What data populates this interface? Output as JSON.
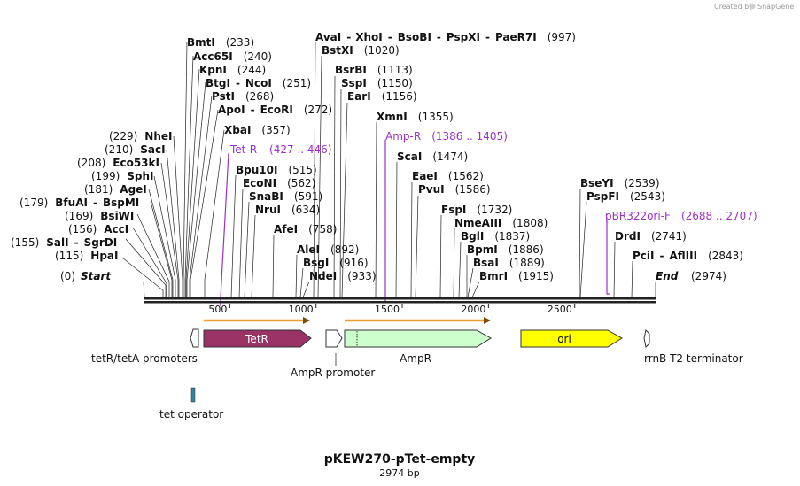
{
  "credit": {
    "prefix": "Created by",
    "brand": "SnapGene"
  },
  "map": {
    "name": "pKEW270-pTet-empty",
    "size_label": "2974 bp",
    "length": 2974
  },
  "axis_ticks": [
    500,
    1000,
    1500,
    2000,
    2500
  ],
  "ends": {
    "start": {
      "label": "Start",
      "pos": "(0)"
    },
    "end": {
      "label": "End",
      "pos": "(2974)"
    }
  },
  "sites_left": [
    {
      "text": "HpaI",
      "pos": "(115)"
    },
    {
      "text": "SalI - SgrDI",
      "pos": "(155)"
    },
    {
      "text": "AccI",
      "pos": "(156)"
    },
    {
      "text": "BsiWI",
      "pos": "(169)"
    },
    {
      "text": "BfuAI - BspMI",
      "pos": "(179)"
    },
    {
      "text": "AgeI",
      "pos": "(181)"
    },
    {
      "text": "SphI",
      "pos": "(199)"
    },
    {
      "text": "Eco53kI",
      "pos": "(208)"
    },
    {
      "text": "SacI",
      "pos": "(210)"
    },
    {
      "text": "NheI",
      "pos": "(229)"
    }
  ],
  "sites_right": [
    {
      "text": "BmtI",
      "pos": "(233)"
    },
    {
      "text": "Acc65I",
      "pos": "(240)"
    },
    {
      "text": "KpnI",
      "pos": "(244)"
    },
    {
      "text": "BtgI - NcoI",
      "pos": "(251)"
    },
    {
      "text": "PstI",
      "pos": "(268)"
    },
    {
      "text": "ApoI - EcoRI",
      "pos": "(272)"
    },
    {
      "text": "XbaI",
      "pos": "(357)"
    },
    {
      "text": "Bpu10I",
      "pos": "(515)"
    },
    {
      "text": "EcoNI",
      "pos": "(562)"
    },
    {
      "text": "SnaBI",
      "pos": "(591)"
    },
    {
      "text": "NruI",
      "pos": "(634)"
    },
    {
      "text": "AfeI",
      "pos": "(758)"
    },
    {
      "text": "AleI",
      "pos": "(892)"
    },
    {
      "text": "BsgI",
      "pos": "(916)"
    },
    {
      "text": "NdeI",
      "pos": "(933)"
    },
    {
      "text": "AvaI - XhoI - BsoBI - PspXI - PaeR7I",
      "pos": "(997)"
    },
    {
      "text": "BstXI",
      "pos": "(1020)"
    },
    {
      "text": "BsrBI",
      "pos": "(1113)"
    },
    {
      "text": "SspI",
      "pos": "(1150)"
    },
    {
      "text": "EarI",
      "pos": "(1156)"
    },
    {
      "text": "XmnI",
      "pos": "(1355)"
    },
    {
      "text": "ScaI",
      "pos": "(1474)"
    },
    {
      "text": "EaeI",
      "pos": "(1562)"
    },
    {
      "text": "PvuI",
      "pos": "(1586)"
    },
    {
      "text": "FspI",
      "pos": "(1732)"
    },
    {
      "text": "NmeAIII",
      "pos": "(1808)"
    },
    {
      "text": "BglI",
      "pos": "(1837)"
    },
    {
      "text": "BpmI",
      "pos": "(1886)"
    },
    {
      "text": "BsaI",
      "pos": "(1889)"
    },
    {
      "text": "BmrI",
      "pos": "(1915)"
    },
    {
      "text": "BseYI",
      "pos": "(2539)"
    },
    {
      "text": "PspFI",
      "pos": "(2543)"
    },
    {
      "text": "DrdI",
      "pos": "(2741)"
    },
    {
      "text": "PciI - AflIII",
      "pos": "(2843)"
    }
  ],
  "primers": [
    {
      "name": "Tet-R",
      "range": "(427 .. 446)"
    },
    {
      "name": "Amp-R",
      "range": "(1386 .. 1405)"
    },
    {
      "name": "pBR322ori-F",
      "range": "(2688 .. 2707)"
    }
  ],
  "features": [
    {
      "label": "tetR/tetA promoters",
      "color": "#ffffff"
    },
    {
      "label": "TetR",
      "color": "#993366"
    },
    {
      "label": "AmpR promoter",
      "color": "#ffffff"
    },
    {
      "label": "AmpR",
      "color": "#ccffcc"
    },
    {
      "label": "ori",
      "color": "#ffff00"
    },
    {
      "label": "rrnB T2 terminator",
      "color": "#ffffff"
    },
    {
      "label": "tet operator",
      "color": "#31849b"
    }
  ],
  "colors": {
    "primer": "#9b30c9",
    "orf_arrow": "#f0a030"
  }
}
